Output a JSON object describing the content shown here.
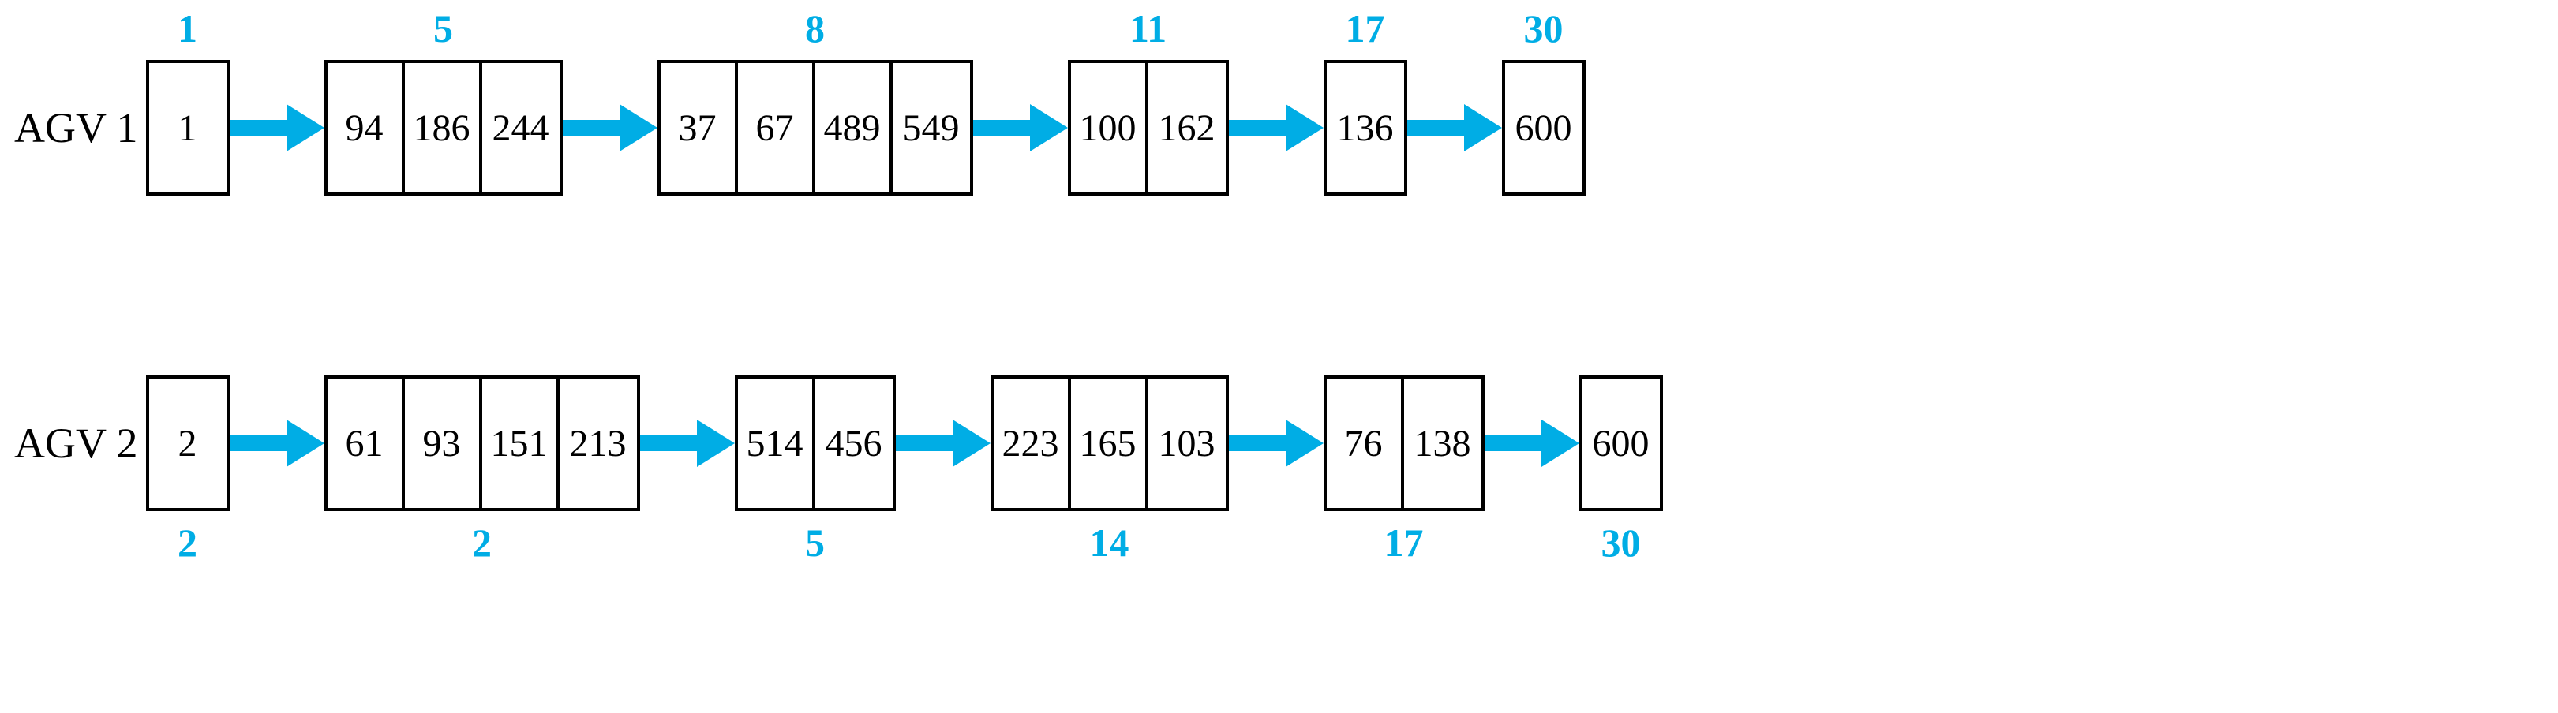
{
  "colors": {
    "accent": "#00ade5",
    "box_border": "#000000",
    "text": "#000000",
    "background": "#ffffff"
  },
  "chart_data": {
    "type": "diagram",
    "title": "",
    "description": "Two AGV task-sequence chains of boxed numbers linked by arrows, with cyan group labels",
    "rows": [
      {
        "name": "AGV 1",
        "label_position": "top",
        "labels": [
          "1",
          "5",
          "8",
          "11",
          "17",
          "30"
        ],
        "groups": [
          [
            "1"
          ],
          [
            "94",
            "186",
            "244"
          ],
          [
            "37",
            "67",
            "489",
            "549"
          ],
          [
            "100",
            "162"
          ],
          [
            "136"
          ],
          [
            "600"
          ]
        ]
      },
      {
        "name": "AGV 2",
        "label_position": "bottom",
        "labels": [
          "2",
          "2",
          "5",
          "14",
          "17",
          "30"
        ],
        "groups": [
          [
            "2"
          ],
          [
            "61",
            "93",
            "151",
            "213"
          ],
          [
            "514",
            "456"
          ],
          [
            "223",
            "165",
            "103"
          ],
          [
            "76",
            "138"
          ],
          [
            "600"
          ]
        ]
      }
    ]
  }
}
